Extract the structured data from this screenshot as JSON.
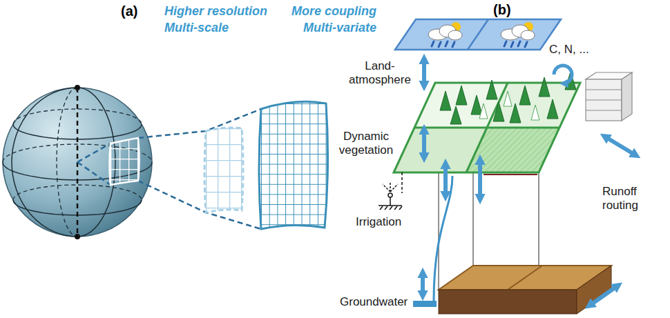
{
  "diagram": {
    "labels": [
      "(a)",
      "Higher resolution",
      "Multi-scale",
      "More coupling",
      "Multi-variate",
      "(b)",
      "C, N, ...",
      "Land- atmosphere",
      "Dynamic vegetation",
      "Irrigation",
      "Runoff routing",
      "Groundwater"
    ]
  }
}
